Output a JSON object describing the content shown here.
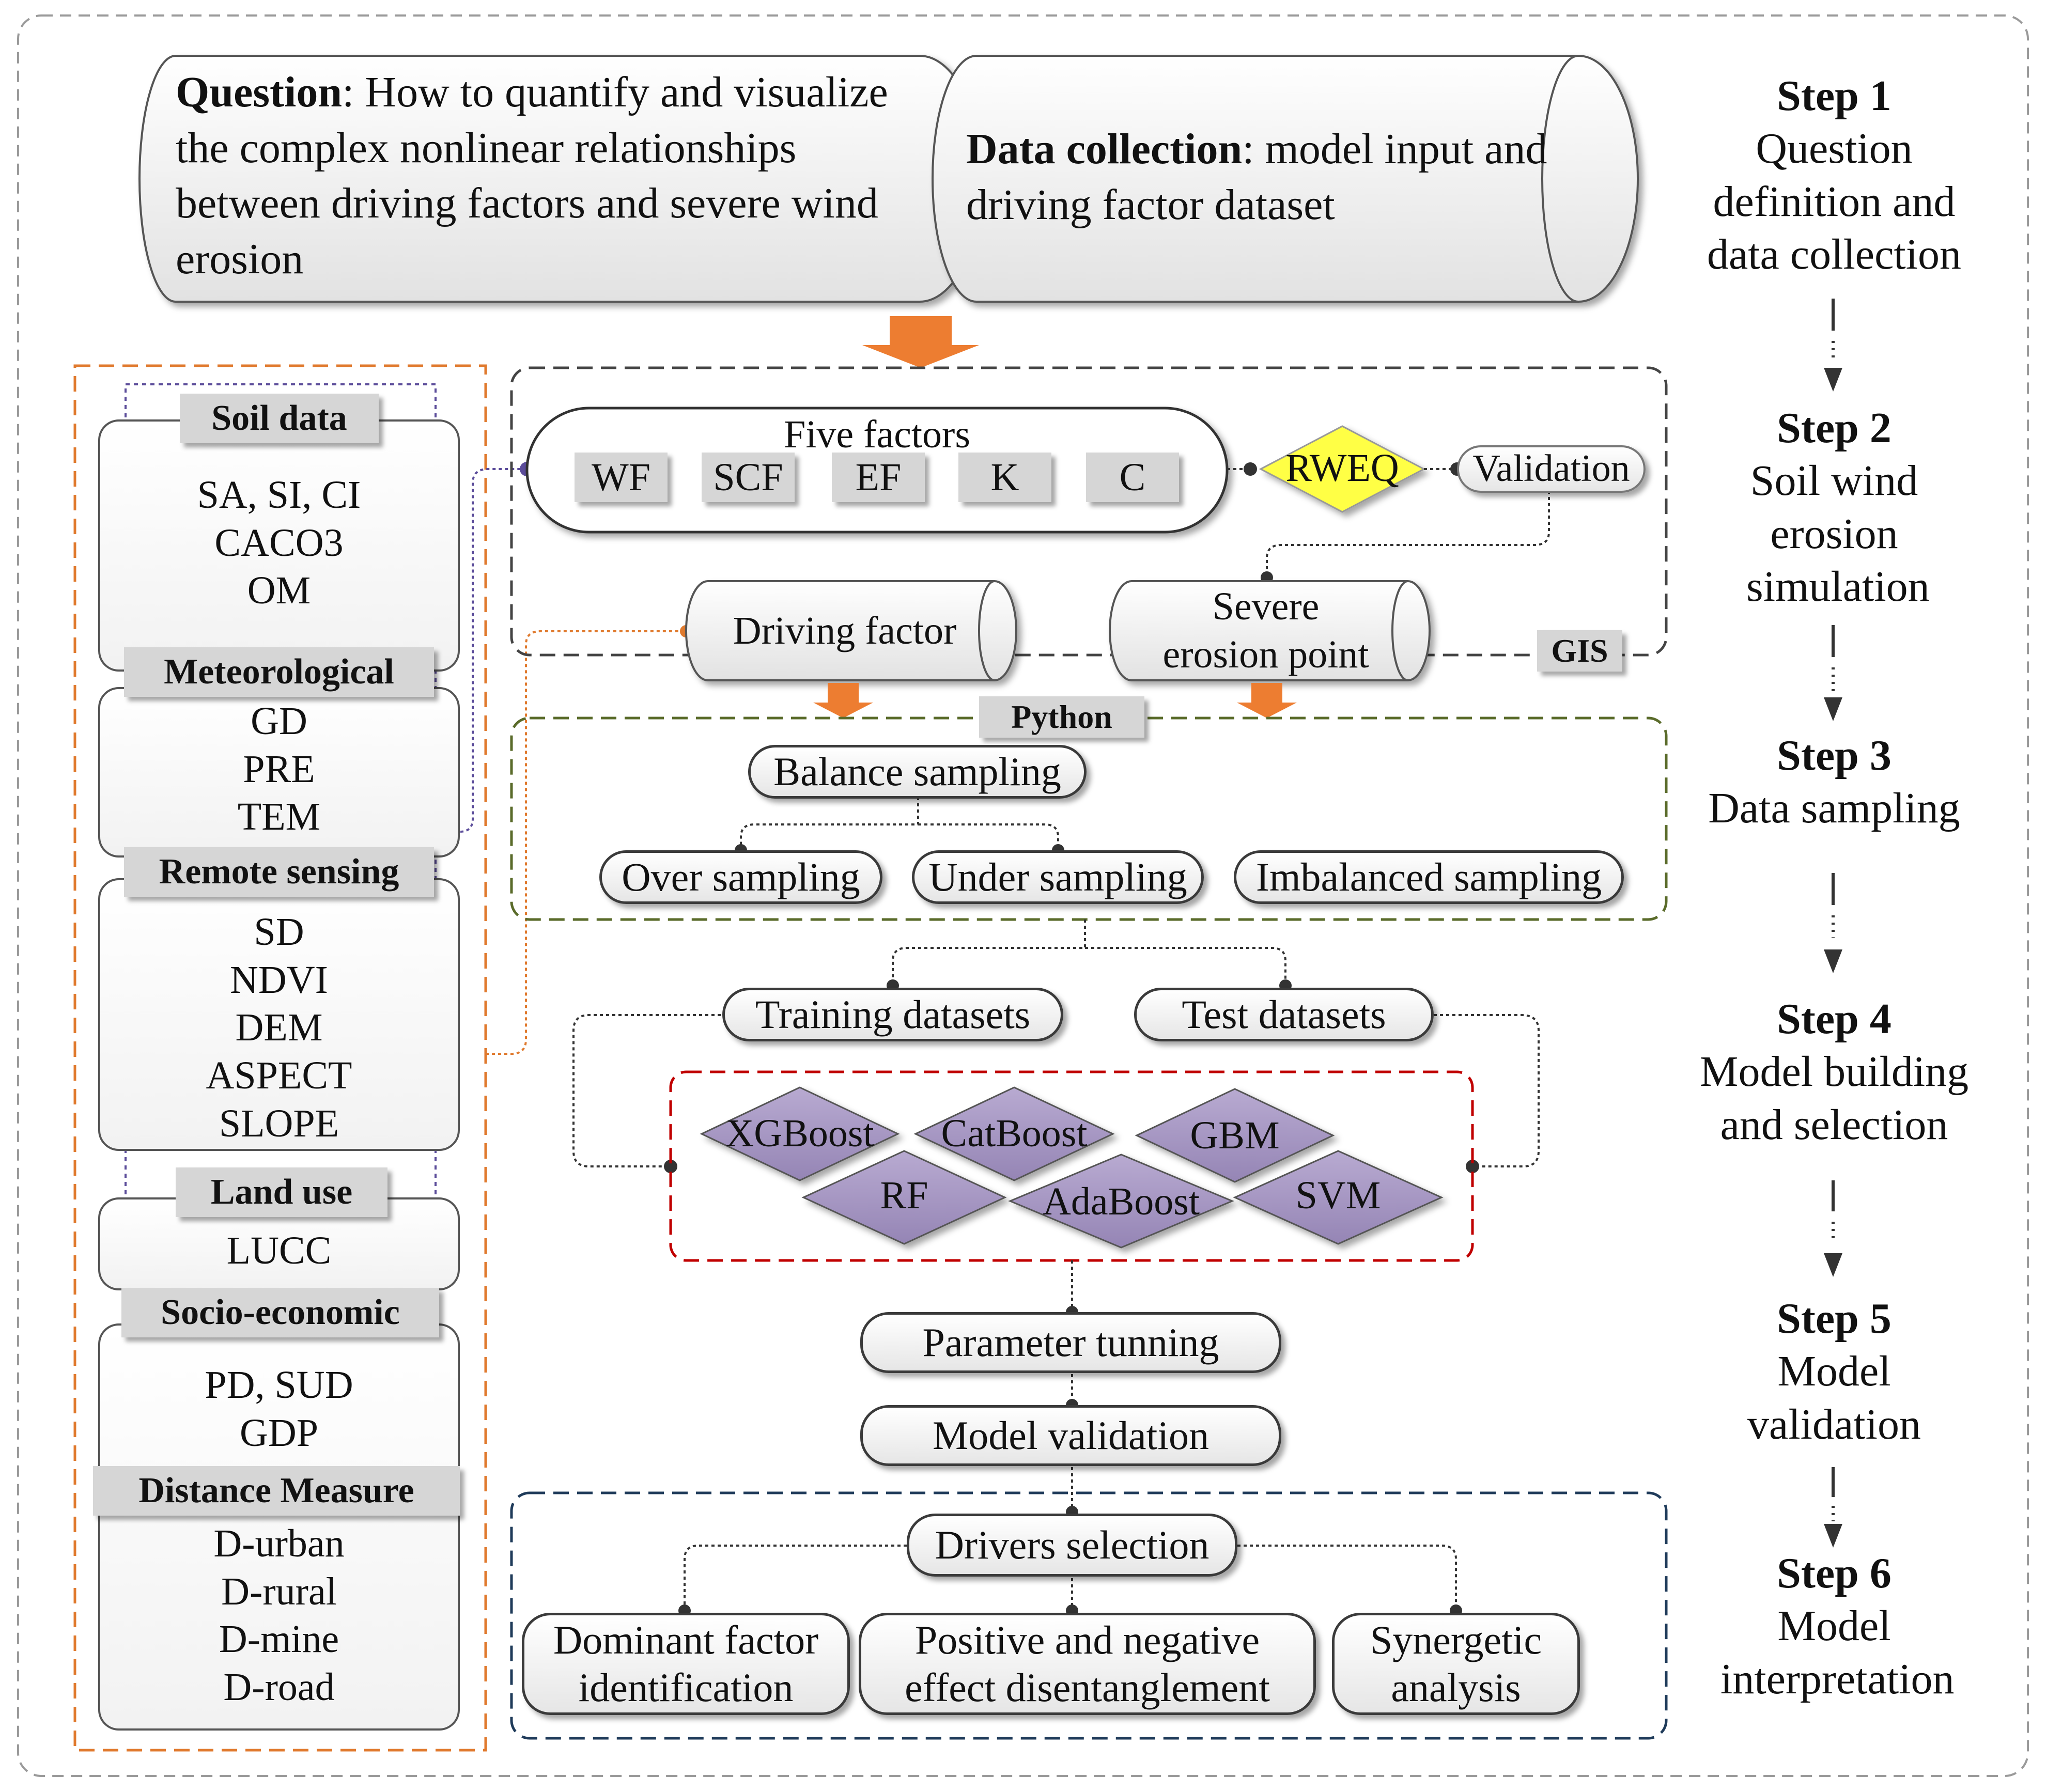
{
  "header": {
    "question_bold": "Question",
    "question_text": ": How to quantify and visualize the complex nonlinear relationships between driving factors and severe wind erosion",
    "data_bold": "Data collection",
    "data_text": ": model input and driving factor dataset"
  },
  "steps": [
    {
      "title": "Step 1",
      "desc": "Question definition and data collection"
    },
    {
      "title": "Step 2",
      "desc": "Soil wind erosion simulation"
    },
    {
      "title": "Step 3",
      "desc": "Data sampling"
    },
    {
      "title": "Step 4",
      "desc": "Model building and selection"
    },
    {
      "title": "Step 5",
      "desc": "Model validation"
    },
    {
      "title": "Step 6",
      "desc": "Model interpretation"
    }
  ],
  "data_groups": [
    {
      "title": "Soil data",
      "items": [
        "SA, SI, CI",
        "CACO3",
        "OM"
      ]
    },
    {
      "title": "Meteorological",
      "items": [
        "GD",
        "PRE",
        "TEM"
      ]
    },
    {
      "title": "Remote sensing",
      "items": [
        "SD",
        "NDVI",
        "DEM",
        "ASPECT",
        "SLOPE"
      ]
    },
    {
      "title": "Land use",
      "items": [
        "LUCC"
      ]
    },
    {
      "title": "Socio-economic",
      "items": [
        "PD, SUD",
        "GDP"
      ]
    },
    {
      "title": "Distance Measure",
      "items": [
        "D-urban",
        "D-rural",
        "D-mine",
        "D-road"
      ]
    }
  ],
  "simulation": {
    "five_factors_label": "Five factors",
    "factors": [
      "WF",
      "SCF",
      "EF",
      "K",
      "C"
    ],
    "rweq": "RWEQ",
    "validation": "Validation",
    "driving_factor": "Driving factor",
    "severe_point_1": "Severe",
    "severe_point_2": "erosion point",
    "gis_tag": "GIS"
  },
  "sampling": {
    "python_tag": "Python",
    "balance": "Balance sampling",
    "over": "Over sampling",
    "under": "Under sampling",
    "imbalanced": "Imbalanced sampling"
  },
  "model_building": {
    "training": "Training datasets",
    "test": "Test datasets",
    "models": [
      "XGBoost",
      "CatBoost",
      "GBM",
      "RF",
      "AdaBoost",
      "SVM"
    ]
  },
  "validation_steps": {
    "tuning": "Parameter tunning",
    "model_validation": "Model validation"
  },
  "interpretation": {
    "drivers": "Drivers selection",
    "dominant": "Dominant factor identification",
    "positive": "Positive and negative effect disentanglement",
    "synergetic": "Synergetic analysis"
  },
  "colors": {
    "orange_arrow": "#ED7D31",
    "rweq_fill": "#FFFF44",
    "model_fill": "#A99BC3",
    "red_dash": "#C00000",
    "olive_dash": "#5A6B2A",
    "navy_dash": "#1F3B5A",
    "purple_dot": "#5B4C9A"
  }
}
